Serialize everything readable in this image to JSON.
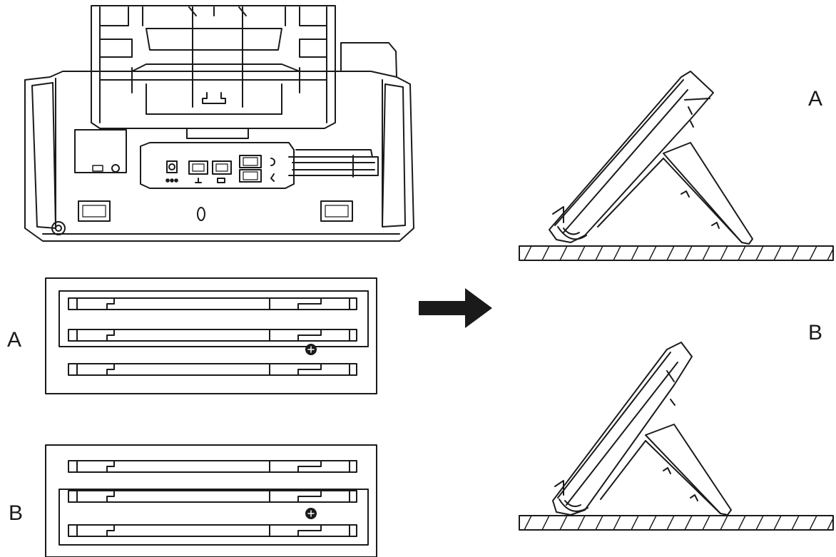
{
  "labels": {
    "left_a": "A",
    "left_b": "B",
    "right_a": "A",
    "right_b": "B"
  },
  "colors": {
    "ink": "#1a1a1a",
    "background": "#ffffff"
  },
  "icons": [
    "phone-back-view-icon",
    "stand-slots-a-icon",
    "stand-slots-b-icon",
    "arrow-right-icon",
    "phone-side-view-a-icon",
    "phone-side-view-b-icon",
    "screw-icon"
  ]
}
